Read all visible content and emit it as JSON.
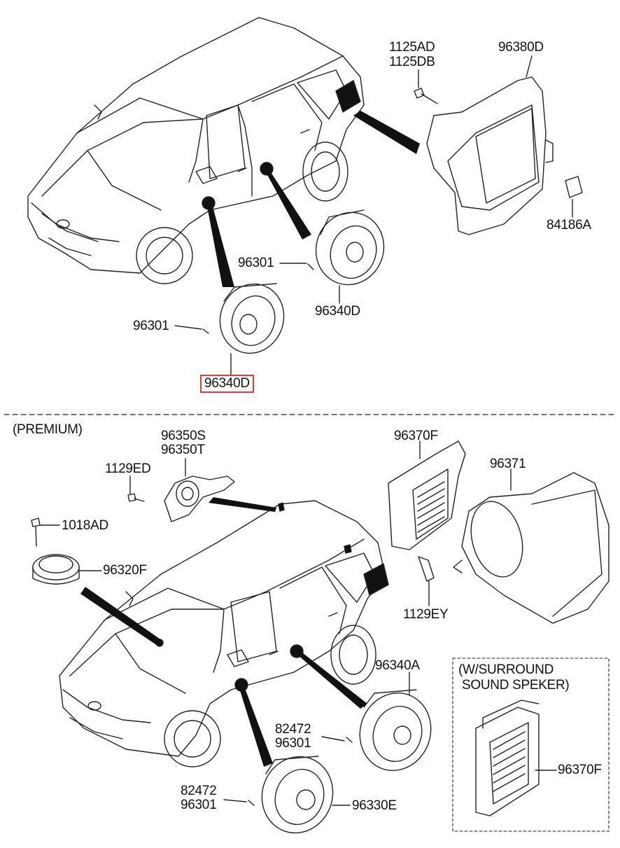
{
  "diagram": {
    "top_section": {
      "labels": {
        "bolt_a": "1125AD",
        "bolt_b": "1125DB",
        "amp": "96380D",
        "connector": "84186A",
        "clip_rear": "96301",
        "speaker_rear": "96340D",
        "clip_front": "96301",
        "speaker_front_highlighted": "96340D"
      }
    },
    "bottom_section": {
      "title": "(PREMIUM)",
      "labels": {
        "tweeter_a": "96350S",
        "tweeter_b": "96350T",
        "screw_1129ed": "1129ED",
        "screw_1018ad": "1018AD",
        "center_speaker": "96320F",
        "amp_premium": "96370F",
        "subwoofer": "96371",
        "screw_1129ey": "1129EY",
        "rear_speaker": "96340A",
        "rivet_rear_a": "82472",
        "rivet_rear_b": "96301",
        "rivet_front_a": "82472",
        "rivet_front_b": "96301",
        "front_speaker": "96330E"
      },
      "surround_box": {
        "title_line1": "(W/SURROUND",
        "title_line2": "SOUND SPEKER)",
        "amp_label": "96370F"
      }
    }
  }
}
